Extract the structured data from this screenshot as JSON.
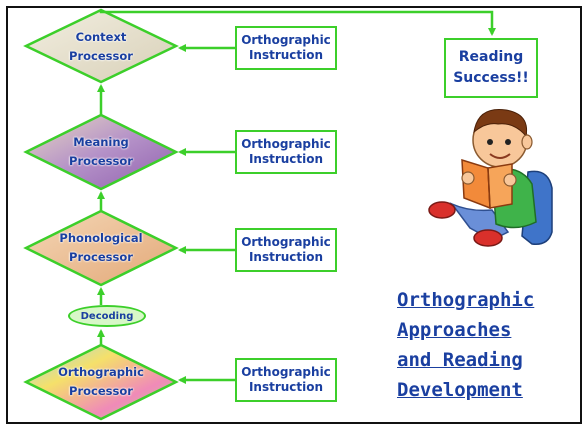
{
  "title_lines": [
    "Orthographic",
    "Approaches",
    "and Reading",
    "Development"
  ],
  "processors": {
    "context": "Context\nProcessor",
    "meaning": "Meaning\nProcessor",
    "phonological": "Phonological\nProcessor",
    "orthographic": "Orthographic\nProcessor"
  },
  "instruction_label": "Orthographic\nInstruction",
  "decoding_label": "Decoding",
  "success_label": "Reading\nSuccess!!",
  "colors": {
    "border": "#3ccf2a",
    "text": "#1a3fa0",
    "frame": "#111111"
  }
}
